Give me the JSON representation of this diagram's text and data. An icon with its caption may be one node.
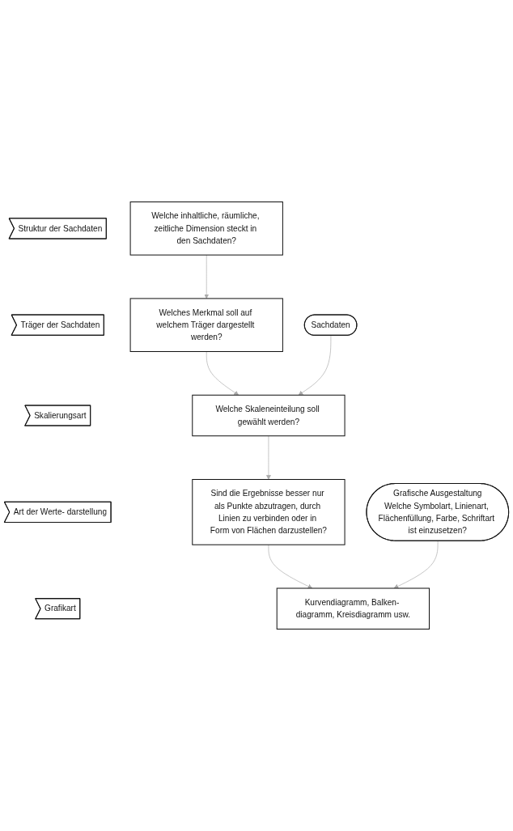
{
  "diagram": {
    "nodes": [
      {
        "text": [
          "Struktur der Sachdaten"
        ]
      },
      {
        "text": [
          "Welche inhaltliche, räumliche, zeitliche Dimension steckt in den Sachdaten?"
        ]
      },
      {
        "text": [
          "Träger der Sachdaten"
        ]
      },
      {
        "text": [
          "Welches Merkmal soll auf welchem Träger dargestellt werden?"
        ]
      },
      {
        "text": [
          "Sachdaten"
        ]
      },
      {
        "text": [
          "Skalierungsart"
        ]
      },
      {
        "text": [
          "Welche Skaleneinteilung soll gewählt werden?"
        ]
      },
      {
        "text": [
          "Art der Werte- darstellung"
        ]
      },
      {
        "text": [
          "Sind die Ergebnisse besser nur als Punkte abzutragen, durch Linien zu verbinden oder in Form von Flächen darzustellen?"
        ]
      },
      {
        "text": [
          "Grafische Ausgestaltung",
          "Welche Symbolart, Linienart, Flächenfüllung, Farbe, Schriftart ist einzusetzen?"
        ]
      },
      {
        "text": [
          "Grafikart"
        ]
      },
      {
        "text": [
          "Kurvendiagramm, Balken- diagramm, Kreisdiagramm usw."
        ]
      }
    ],
    "edges": [
      {
        "from": 1,
        "to": 3,
        "arrow": "to"
      },
      {
        "from": 3,
        "to": 6,
        "arrow": "to"
      },
      {
        "from": 4,
        "to": 6,
        "arrow": "to"
      },
      {
        "from": 6,
        "to": 8,
        "arrow": "to"
      },
      {
        "from": 8,
        "to": 11,
        "arrow": "to"
      },
      {
        "from": 9,
        "to": 11,
        "arrow": "to"
      }
    ]
  }
}
